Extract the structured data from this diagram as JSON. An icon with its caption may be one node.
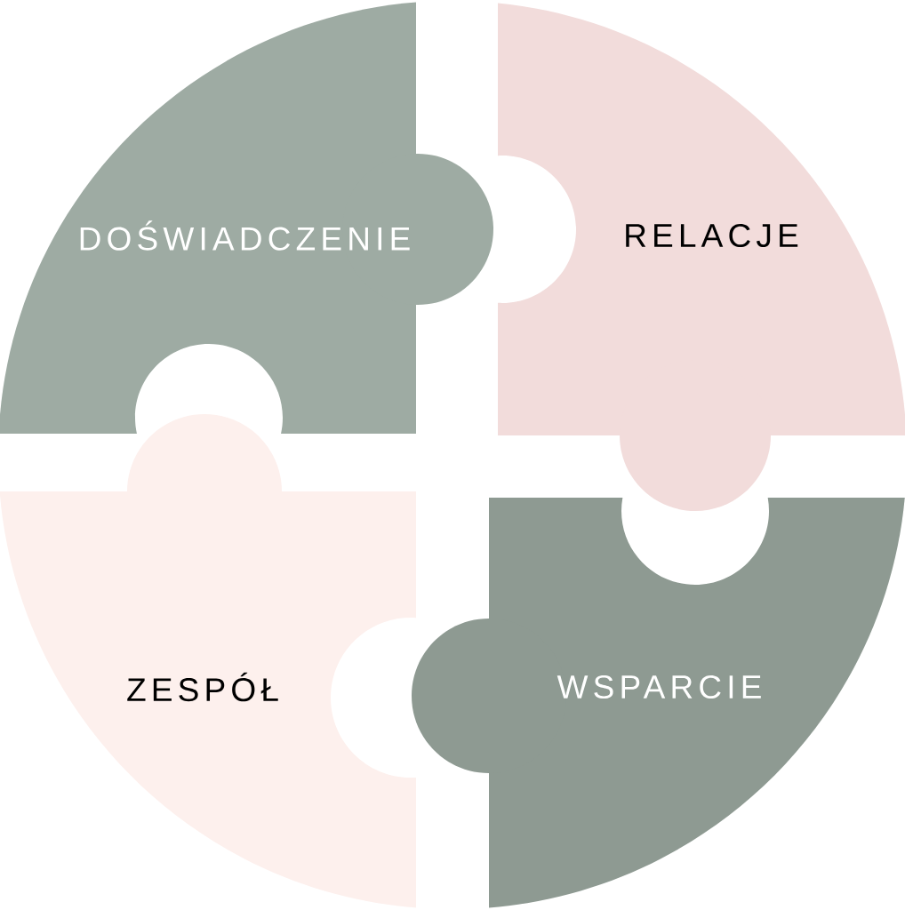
{
  "diagram": {
    "nodes": [
      {
        "text": [
          "DOŚWIADCZENIE"
        ]
      },
      {
        "text": [
          "RELACJE"
        ]
      },
      {
        "text": [
          "ZESPÓŁ"
        ]
      },
      {
        "text": [
          "WSPARCIE"
        ]
      }
    ]
  }
}
